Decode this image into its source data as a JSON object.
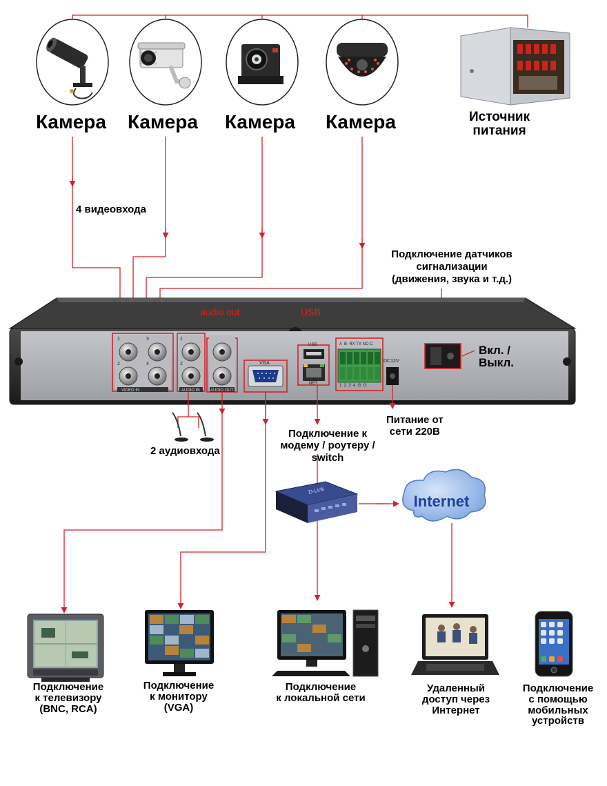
{
  "cameras": [
    {
      "label": "Камера",
      "icon": "bullet-camera-icon"
    },
    {
      "label": "Камера",
      "icon": "box-outdoor-camera-icon"
    },
    {
      "label": "Камера",
      "icon": "mini-square-camera-icon"
    },
    {
      "label": "Камера",
      "icon": "dome-camera-icon"
    }
  ],
  "power_supply": {
    "line1": "Источник",
    "line2": "питания",
    "icon": "power-supply-box-icon"
  },
  "video_inputs_label": "4 видеовхода",
  "alarm_sensors": {
    "line1": "Подключение датчиков",
    "line2": "сигнализации",
    "line3": "(движения, звука и т.д.)"
  },
  "dvr_panel": {
    "audio_out_label": "audio out",
    "usb_label": "USB",
    "video_in_print": "VIDEO IN",
    "audio_in_print": "AUDIO IN",
    "audio_out_print": "AUDIO OUT",
    "vga_print": "VGA",
    "usb_print": "USB",
    "dc_print": "DC12V",
    "port_numbers": [
      "1",
      "3",
      "2",
      "4"
    ],
    "audio_numbers": [
      "1",
      "2"
    ],
    "terminal_top": "A  B  RX TX NO C",
    "terminal_bottom": "1  2  3  4  G  G",
    "net_print": "NET"
  },
  "power_switch": {
    "line1": "Вкл. /",
    "line2": "Выкл."
  },
  "audio_inputs_label": "2 аудиовхода",
  "modem_router": {
    "line1": "Подключение к",
    "line2": "модему / роутеру /",
    "line3": "switch"
  },
  "power_220": {
    "line1": "Питание от",
    "line2": "сети 220В"
  },
  "internet_label": "Internet",
  "devices": [
    {
      "line1": "Подключение",
      "line2": "к телевизору",
      "line3": "(BNC, RCA)",
      "icon": "crt-tv-icon"
    },
    {
      "line1": "Подключение",
      "line2": "к монитору",
      "line3": "(VGA)",
      "icon": "lcd-monitor-icon"
    },
    {
      "line1": "Подключение",
      "line2": "к локальной сети",
      "line3": "",
      "icon": "desktop-pc-icon"
    },
    {
      "line1": "Удаленный",
      "line2": "доступ через",
      "line3": "Интернет",
      "icon": "laptop-icon"
    },
    {
      "line1": "Подключение",
      "line2": "с помощью",
      "line3": "мобильных",
      "line4": "устройств",
      "icon": "smartphone-icon"
    }
  ],
  "colors": {
    "wire": "#d2232a",
    "panel": "#a9aab0",
    "chassis": "#2a2a2a",
    "cloud": "#9bbce8",
    "internet_text": "#1f3f9a"
  }
}
